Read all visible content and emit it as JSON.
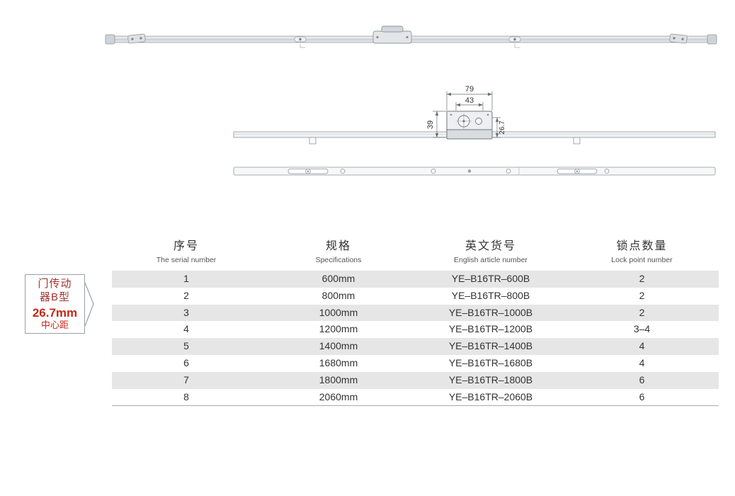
{
  "colors": {
    "label_dark_red": "#a23530",
    "label_red": "#c5281c",
    "row_shade": "#e6e6e6",
    "line_gray": "#8f969c"
  },
  "label_box": {
    "line1": "门传动",
    "line2": "器B型",
    "size": "26.7mm",
    "note": "中心距"
  },
  "diagram": {
    "outer_width": "79",
    "inner_width": "43",
    "left_height": "39",
    "right_height": "26.7"
  },
  "table": {
    "columns": [
      {
        "zh": "序号",
        "en": "The serial number"
      },
      {
        "zh": "规格",
        "en": "Specifications"
      },
      {
        "zh": "英文货号",
        "en": "English article number"
      },
      {
        "zh": "锁点数量",
        "en": "Lock point number"
      }
    ],
    "rows": [
      [
        "1",
        "600mm",
        "YE–B16TR–600B",
        "2"
      ],
      [
        "2",
        "800mm",
        "YE–B16TR–800B",
        "2"
      ],
      [
        "3",
        "1000mm",
        "YE–B16TR–1000B",
        "2"
      ],
      [
        "4",
        "1200mm",
        "YE–B16TR–1200B",
        "3–4"
      ],
      [
        "5",
        "1400mm",
        "YE–B16TR–1400B",
        "4"
      ],
      [
        "6",
        "1680mm",
        "YE–B16TR–1680B",
        "4"
      ],
      [
        "7",
        "1800mm",
        "YE–B16TR–1800B",
        "6"
      ],
      [
        "8",
        "2060mm",
        "YE–B16TR–2060B",
        "6"
      ]
    ]
  }
}
